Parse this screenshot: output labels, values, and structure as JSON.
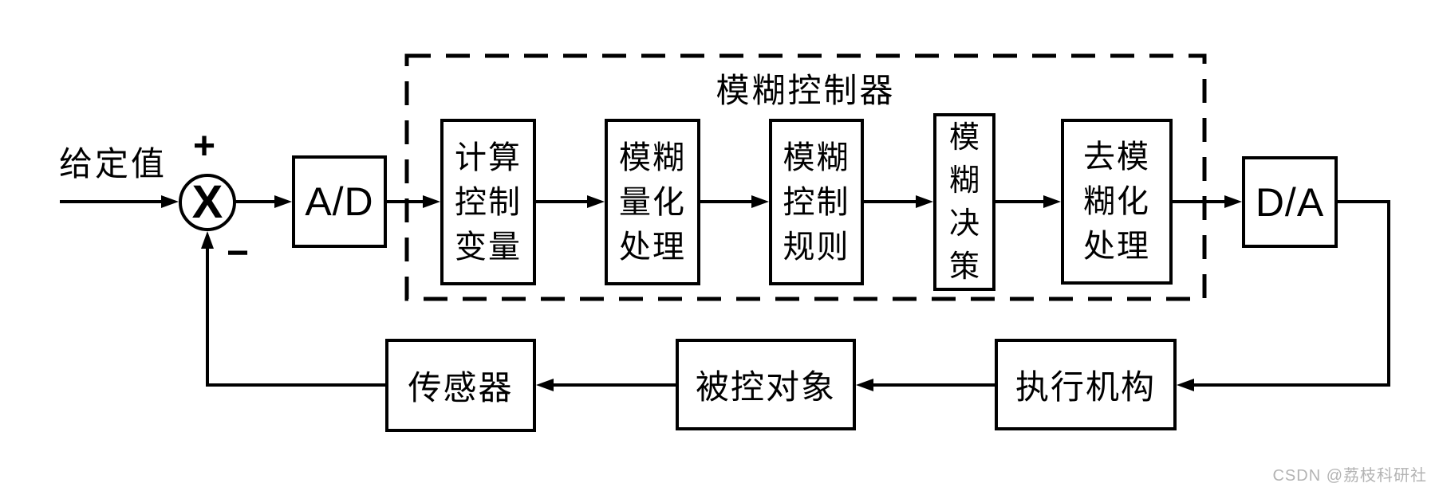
{
  "colors": {
    "stroke": "#000000",
    "background": "#ffffff",
    "watermark": "#b3b3b3"
  },
  "labels": {
    "setpoint": "给定值",
    "plus": "+",
    "minus": "−",
    "summing": "X",
    "ad": "A/D",
    "da": "D/A"
  },
  "controller": {
    "title": "模糊控制器",
    "boxes": [
      {
        "lines": [
          "计算",
          "控制",
          "变量"
        ]
      },
      {
        "lines": [
          "模糊",
          "量化",
          "处理"
        ]
      },
      {
        "lines": [
          "模糊",
          "控制",
          "规则"
        ]
      },
      {
        "lines": [
          "模",
          "糊",
          "决",
          "策"
        ]
      },
      {
        "lines": [
          "去模",
          "糊化",
          "处理"
        ]
      }
    ]
  },
  "bottom": {
    "boxes": [
      {
        "label": "执行机构"
      },
      {
        "label": "被控对象"
      },
      {
        "label": "传感器"
      }
    ]
  },
  "watermark": "CSDN @荔枝科研社"
}
